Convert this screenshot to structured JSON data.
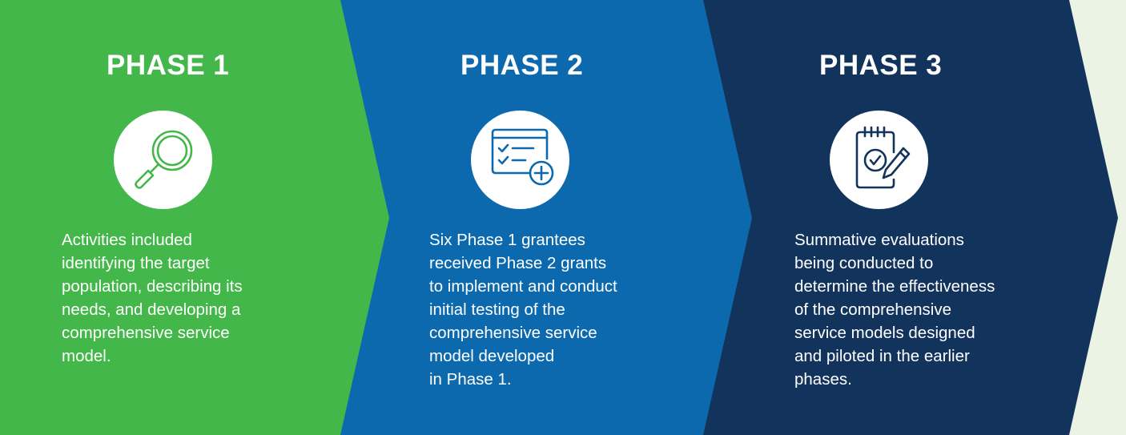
{
  "phases": [
    {
      "title": "PHASE 1",
      "icon": "magnifying-glass-icon",
      "description_lines": [
        "Activities included",
        "identifying the target",
        "population, describing its",
        "needs, and developing a",
        "comprehensive service",
        "model."
      ]
    },
    {
      "title": "PHASE 2",
      "icon": "checklist-add-icon",
      "description_lines": [
        "Six Phase 1 grantees",
        "received Phase 2 grants",
        "to implement and conduct",
        "initial testing of the",
        "comprehensive service",
        "model developed",
        "in Phase 1."
      ]
    },
    {
      "title": "PHASE 3",
      "icon": "evaluation-notepad-icon",
      "description_lines": [
        "Summative evaluations",
        "being conducted to",
        "determine the effectiveness",
        "of the comprehensive",
        "service models designed",
        "and piloted in the earlier",
        "phases."
      ]
    }
  ],
  "colors": {
    "background": "#EAF3E4",
    "phase_1": "#44B74A",
    "phase_2": "#0D69AE",
    "phase_3": "#12345C",
    "text": "#FFFFFF"
  }
}
